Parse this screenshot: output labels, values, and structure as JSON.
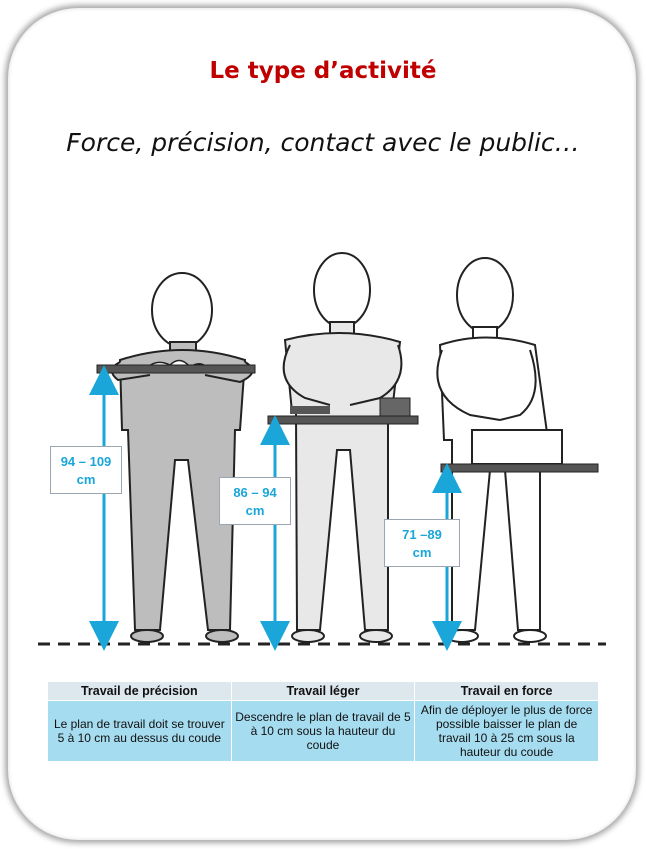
{
  "title": "Le type d’activité",
  "subtitle": "Force, précision, contact avec le public…",
  "figures": [
    {
      "height_label": "94 – 109\ncm"
    },
    {
      "height_label": "86 – 94\ncm"
    },
    {
      "height_label": "71 –89\ncm"
    }
  ],
  "table": {
    "headers": [
      "Travail de précision",
      "Travail léger",
      "Travail en force"
    ],
    "cells": [
      "Le plan de travail doit se trouver 5 à 10 cm au dessus du coude",
      "Descendre le plan de travail de 5 à 10 cm sous la hauteur du coude",
      "Afin de déployer le plus de force possible baisser le plan de travail 10 à 25 cm sous la hauteur du coude"
    ]
  },
  "colors": {
    "title": "#c00000",
    "arrow": "#1aa6d8",
    "table_header": "#dde7ee",
    "table_cell": "#a6dcef",
    "figure_fill": "#bdbdbd",
    "worktop": "#555555"
  }
}
